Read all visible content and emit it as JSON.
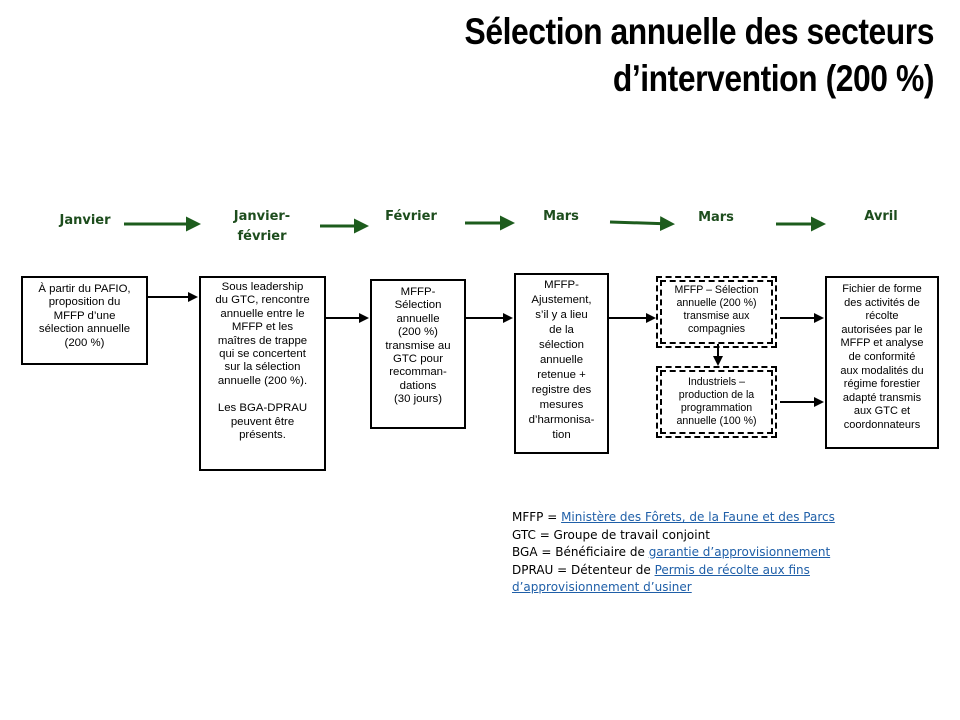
{
  "title": {
    "line1": "Sélection annuelle des secteurs",
    "line2": "d’intervention  (200 %)"
  },
  "months": [
    "Janvier",
    "Janvier-",
    "février",
    "Février",
    "Mars",
    "Mars",
    "Avril"
  ],
  "boxes": {
    "b1": [
      "À partir du PAFIO,",
      "proposition du",
      "MFFP d’une",
      "sélection annuelle",
      "(200 %)"
    ],
    "b2": [
      "Sous leadership",
      "du GTC, rencontre",
      "annuelle entre le",
      "MFFP et les",
      "maîtres de trappe",
      "qui se concertent",
      "sur la sélection",
      "annuelle (200 %)."
    ],
    "b2b": [
      "Les BGA-DPRAU",
      "peuvent être",
      "présents."
    ],
    "b3": [
      "MFFP-",
      "Sélection",
      "annuelle",
      "(200 %)",
      "transmise au",
      "GTC pour",
      "recomman-",
      "dations",
      "(30 jours)"
    ],
    "b4": [
      "MFFP-",
      "Ajustement,",
      "s’il y a lieu",
      "de la",
      "sélection",
      "annuelle",
      "retenue +",
      "registre  des",
      "mesures",
      "d’harmonisa-",
      "tion"
    ],
    "b5": [
      "MFFP  – Sélection",
      "annuelle (200 %)",
      "transmise aux",
      "compagnies"
    ],
    "b6": [
      "Industriels –",
      "production de la",
      "programmation",
      "annuelle (100 %)"
    ],
    "b7": [
      "Fichier de forme",
      "des activités de",
      "récolte",
      "autorisées par le",
      "MFFP  et analyse",
      "de conformité",
      "aux modalités du",
      "régime forestier",
      "adapté transmis",
      "aux GTC et",
      "coordonnateurs"
    ]
  },
  "legend": [
    {
      "prefix": "MFFP = ",
      "link": "Ministère des Fôrets, de la Faune et des Parcs"
    },
    {
      "prefix": "GTC = Groupe de travail conjoint",
      "link": ""
    },
    {
      "prefix": "BGA = Bénéficiaire de ",
      "link": "garantie d’approvisionnement"
    },
    {
      "prefix": "DPRAU = Détenteur de ",
      "link": "Permis de récolte aux fins"
    },
    {
      "prefix": "",
      "link": "d’approvisionnement  d’usiner"
    }
  ],
  "colors": {
    "month_text": "#1d4d1d",
    "month_arrow": "#1d5c1d",
    "link": "#1f5fa8"
  }
}
